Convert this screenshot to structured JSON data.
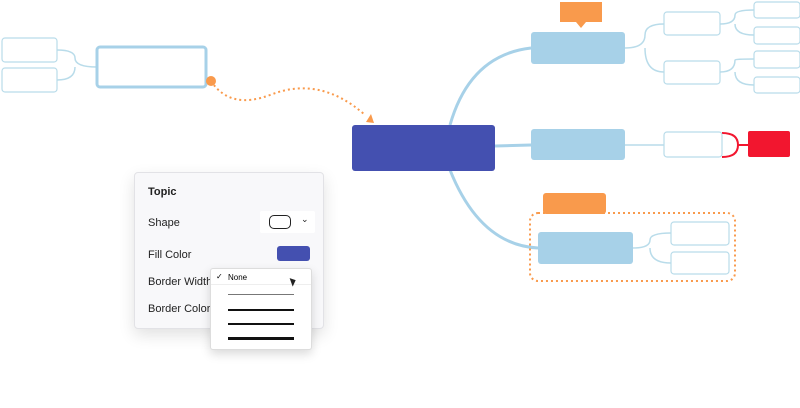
{
  "panel": {
    "title": "Topic",
    "shape_label": "Shape",
    "fill_label": "Fill Color",
    "border_width_label": "Border Width",
    "border_color_label": "Border Color"
  },
  "dropdown": {
    "selected": "None",
    "options": [
      "None",
      "thin",
      "medium",
      "thick",
      "extra-thick"
    ]
  },
  "colors": {
    "central": "#4450b0",
    "main": "#a7d1e8",
    "accent": "#f99a4c",
    "red": "#f2162f",
    "line": "#a7d1e8"
  }
}
